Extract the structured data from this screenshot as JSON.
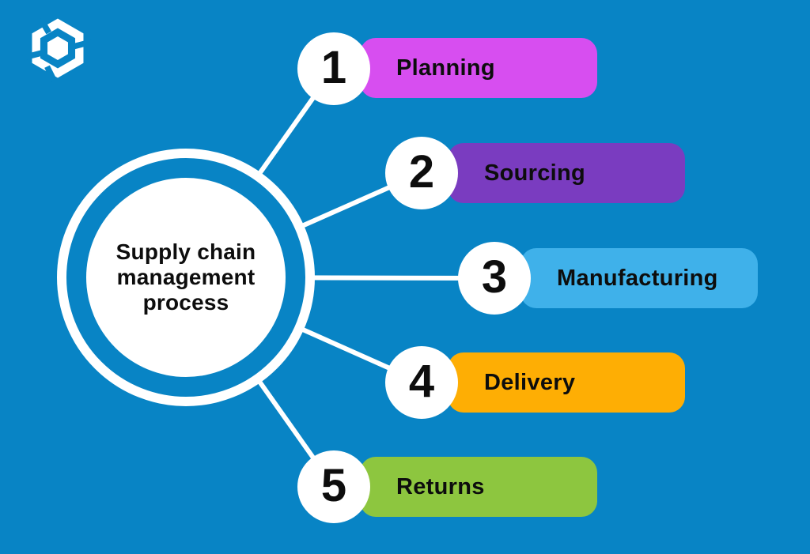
{
  "background_color": "#0884c5",
  "accent_white": "#ffffff",
  "text_color": "#0d0d0d",
  "logo": {
    "name": "hexagon-brand-logo",
    "color": "#ffffff"
  },
  "hub": {
    "title": "Supply chain management process",
    "title_lines": [
      "Supply chain",
      "management",
      "process"
    ]
  },
  "steps": [
    {
      "number": "1",
      "label": "Planning",
      "color": "#d74ef0"
    },
    {
      "number": "2",
      "label": "Sourcing",
      "color": "#7a3cc0"
    },
    {
      "number": "3",
      "label": "Manufacturing",
      "color": "#3fb1ea"
    },
    {
      "number": "4",
      "label": "Delivery",
      "color": "#feae04"
    },
    {
      "number": "5",
      "label": "Returns",
      "color": "#8dc63f"
    }
  ]
}
